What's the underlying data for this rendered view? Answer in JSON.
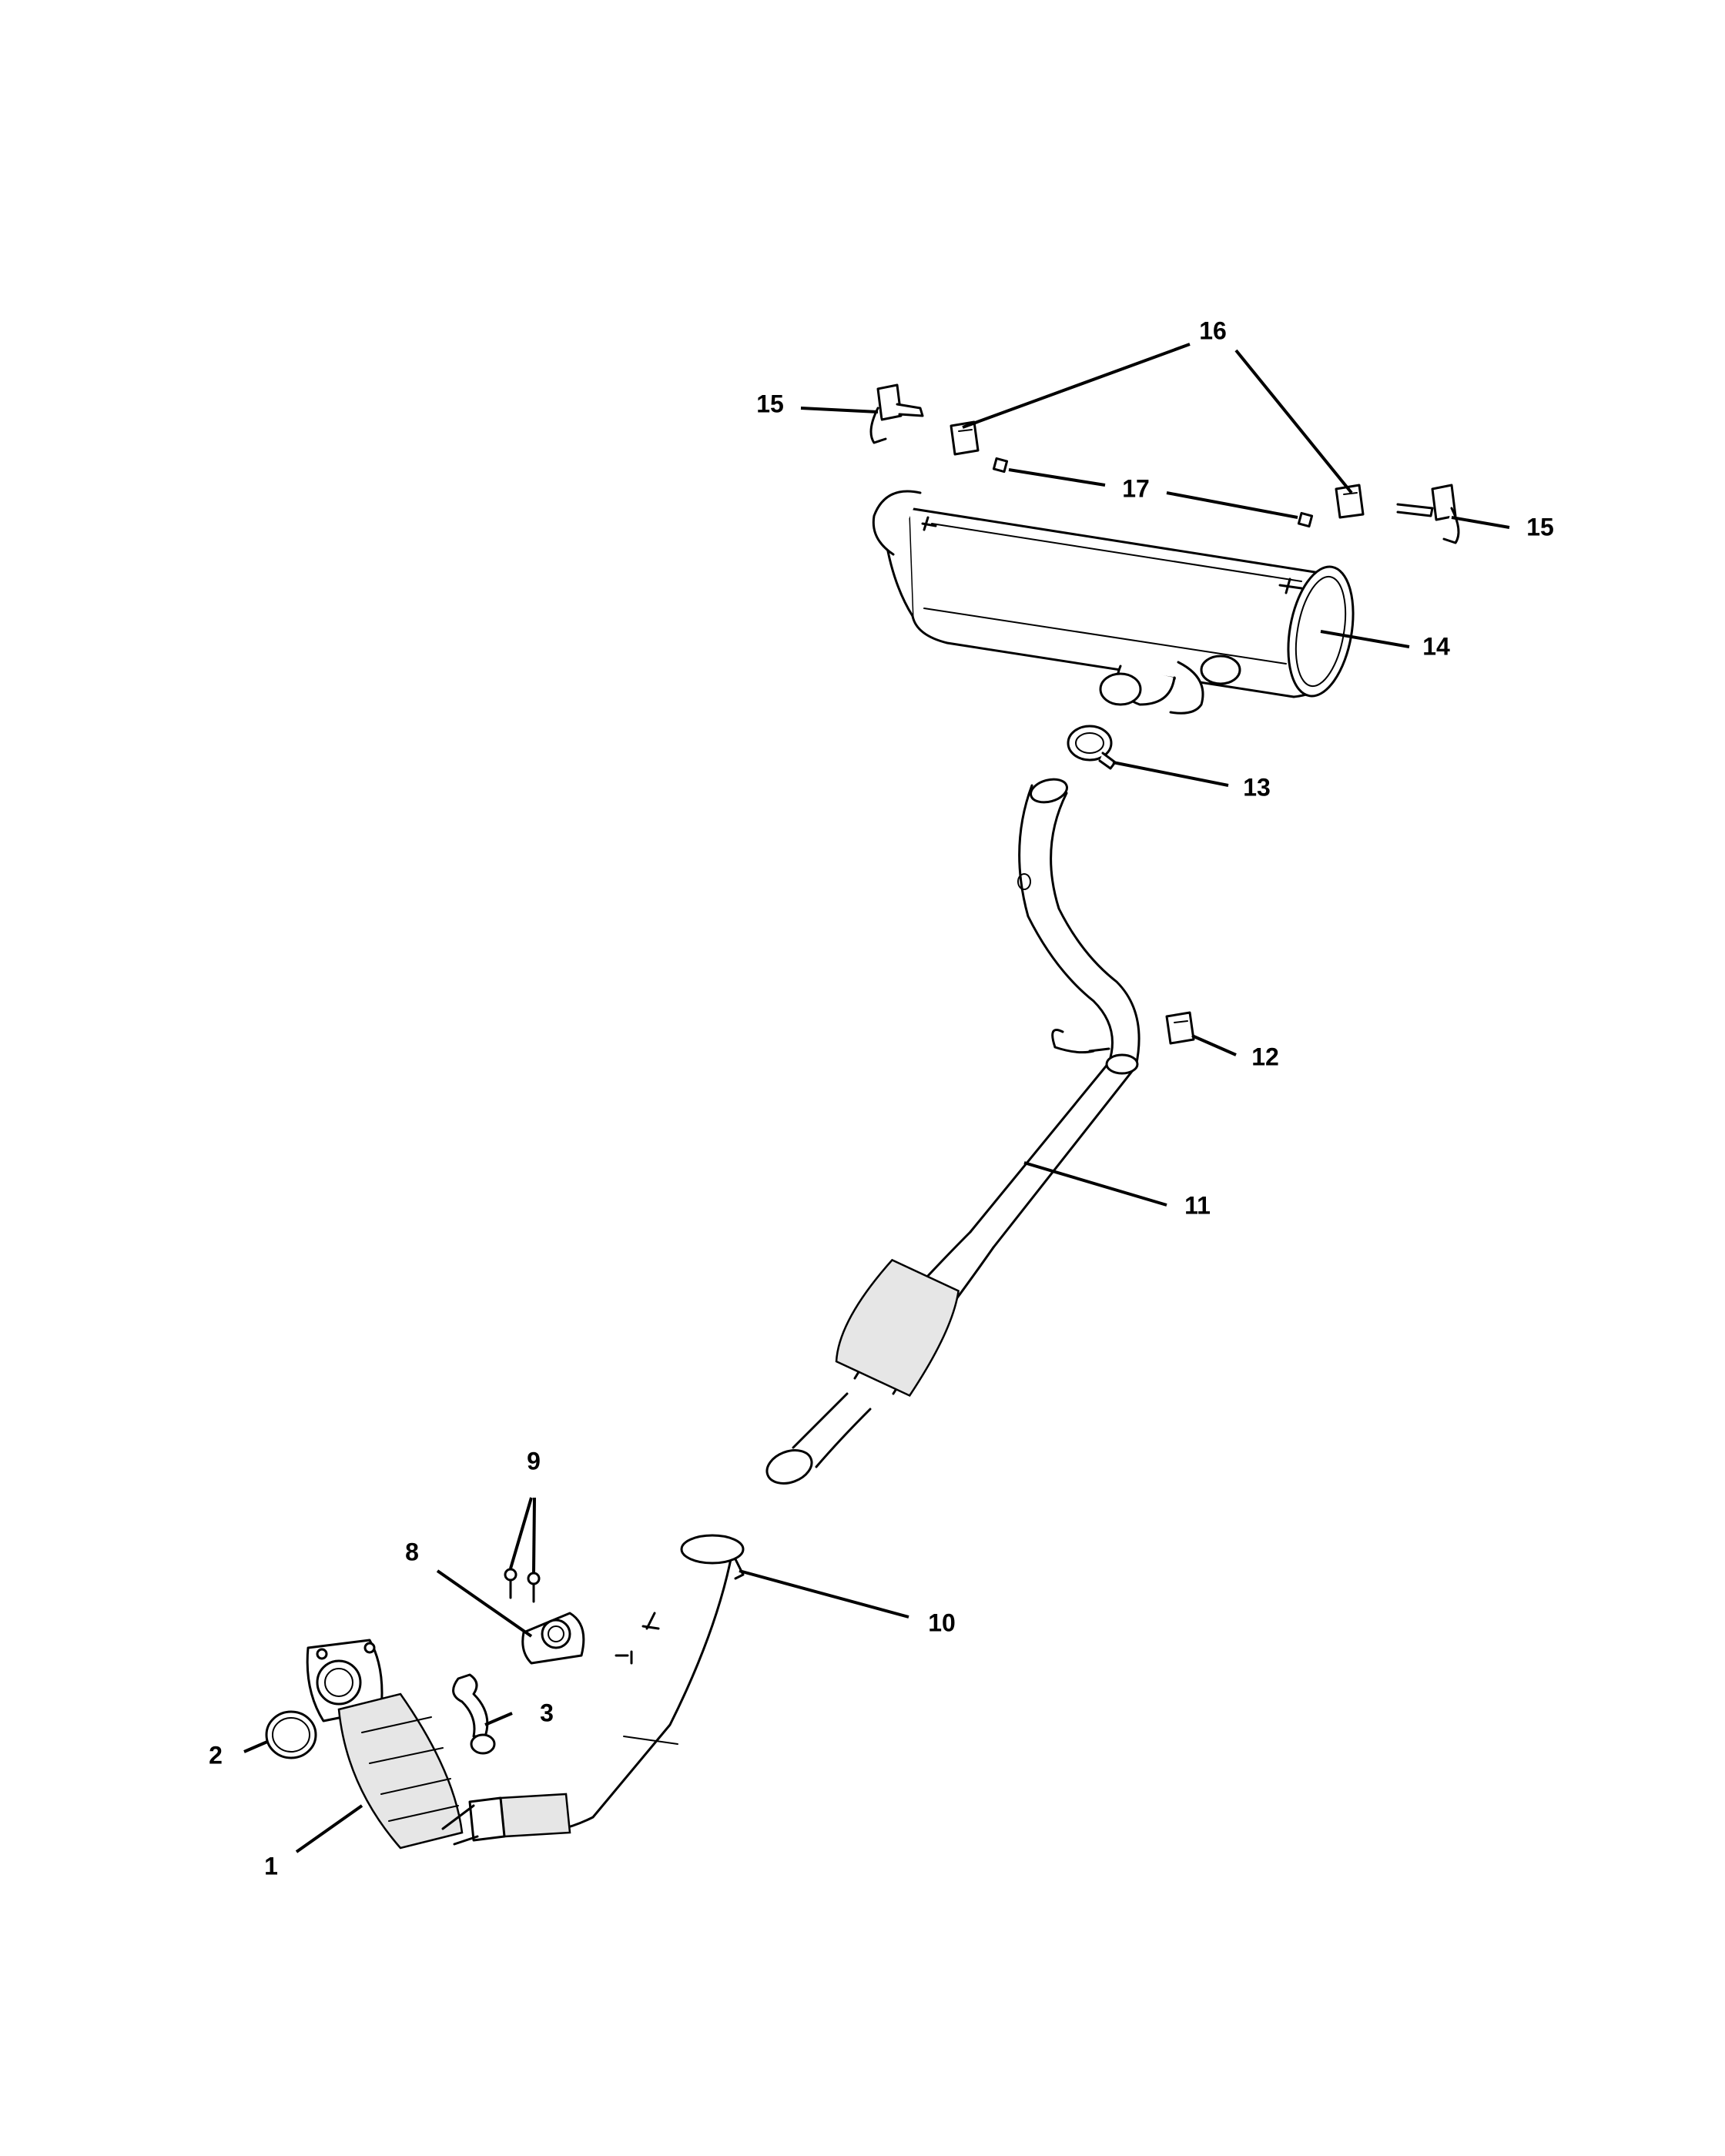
{
  "diagram": {
    "callouts": [
      {
        "id": "c1",
        "label": "1"
      },
      {
        "id": "c2",
        "label": "2"
      },
      {
        "id": "c3",
        "label": "3"
      },
      {
        "id": "c8",
        "label": "8"
      },
      {
        "id": "c9",
        "label": "9"
      },
      {
        "id": "c10",
        "label": "10"
      },
      {
        "id": "c11",
        "label": "11"
      },
      {
        "id": "c12",
        "label": "12"
      },
      {
        "id": "c13",
        "label": "13"
      },
      {
        "id": "c14",
        "label": "14"
      },
      {
        "id": "c15a",
        "label": "15"
      },
      {
        "id": "c15b",
        "label": "15"
      },
      {
        "id": "c16",
        "label": "16"
      },
      {
        "id": "c17",
        "label": "17"
      }
    ]
  }
}
